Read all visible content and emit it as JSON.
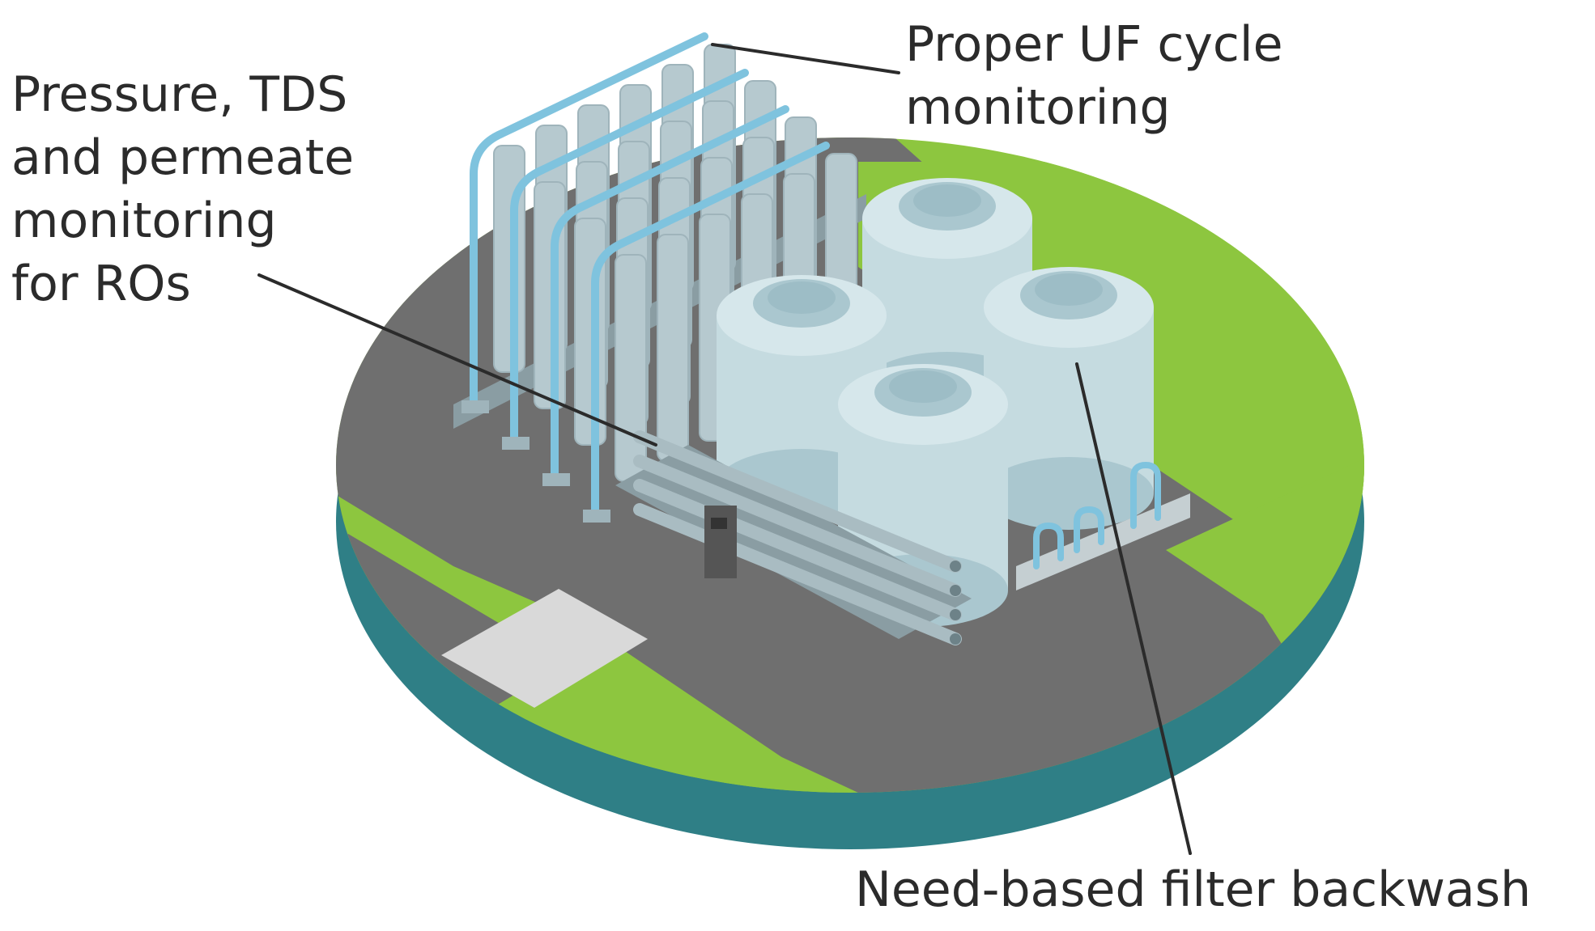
{
  "callouts": {
    "uf_cycle": {
      "lines": [
        "Proper UF cycle",
        "monitoring"
      ]
    },
    "ro_monitoring": {
      "lines": [
        "Pressure, TDS",
        "and permeate",
        "monitoring",
        "for ROs"
      ]
    },
    "backwash": {
      "lines": [
        "Need-based filter backwash"
      ]
    }
  },
  "colors": {
    "grass": "#8dc63f",
    "platform_side": "#2f7f86",
    "road": "#6f6f6f",
    "crosswalk": "#d9d9d9",
    "tank": "#c5dbe0",
    "tank_shade": "#aac7cf",
    "column": "#b6c9cf",
    "pipe": "#7fc3de",
    "leader_line": "#2b2b2b",
    "text": "#2b2b2b"
  }
}
